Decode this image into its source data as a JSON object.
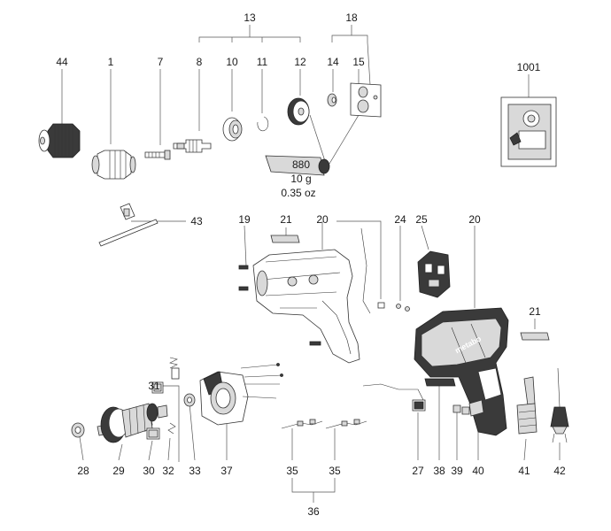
{
  "part_numbers": [
    "44",
    "1",
    "7",
    "8",
    "10",
    "11",
    "12",
    "13",
    "14",
    "15",
    "18",
    "1001",
    "43",
    "19",
    "21",
    "20",
    "24",
    "25",
    "20",
    "21",
    "28",
    "29",
    "30",
    "31",
    "32",
    "33",
    "37",
    "35",
    "35",
    "36",
    "27",
    "38",
    "39",
    "40",
    "41",
    "42"
  ],
  "grease_tube": {
    "grade": "880",
    "weight": "10 g",
    "weight_oz": "0.35 oz"
  },
  "housing_logo": "metabo"
}
